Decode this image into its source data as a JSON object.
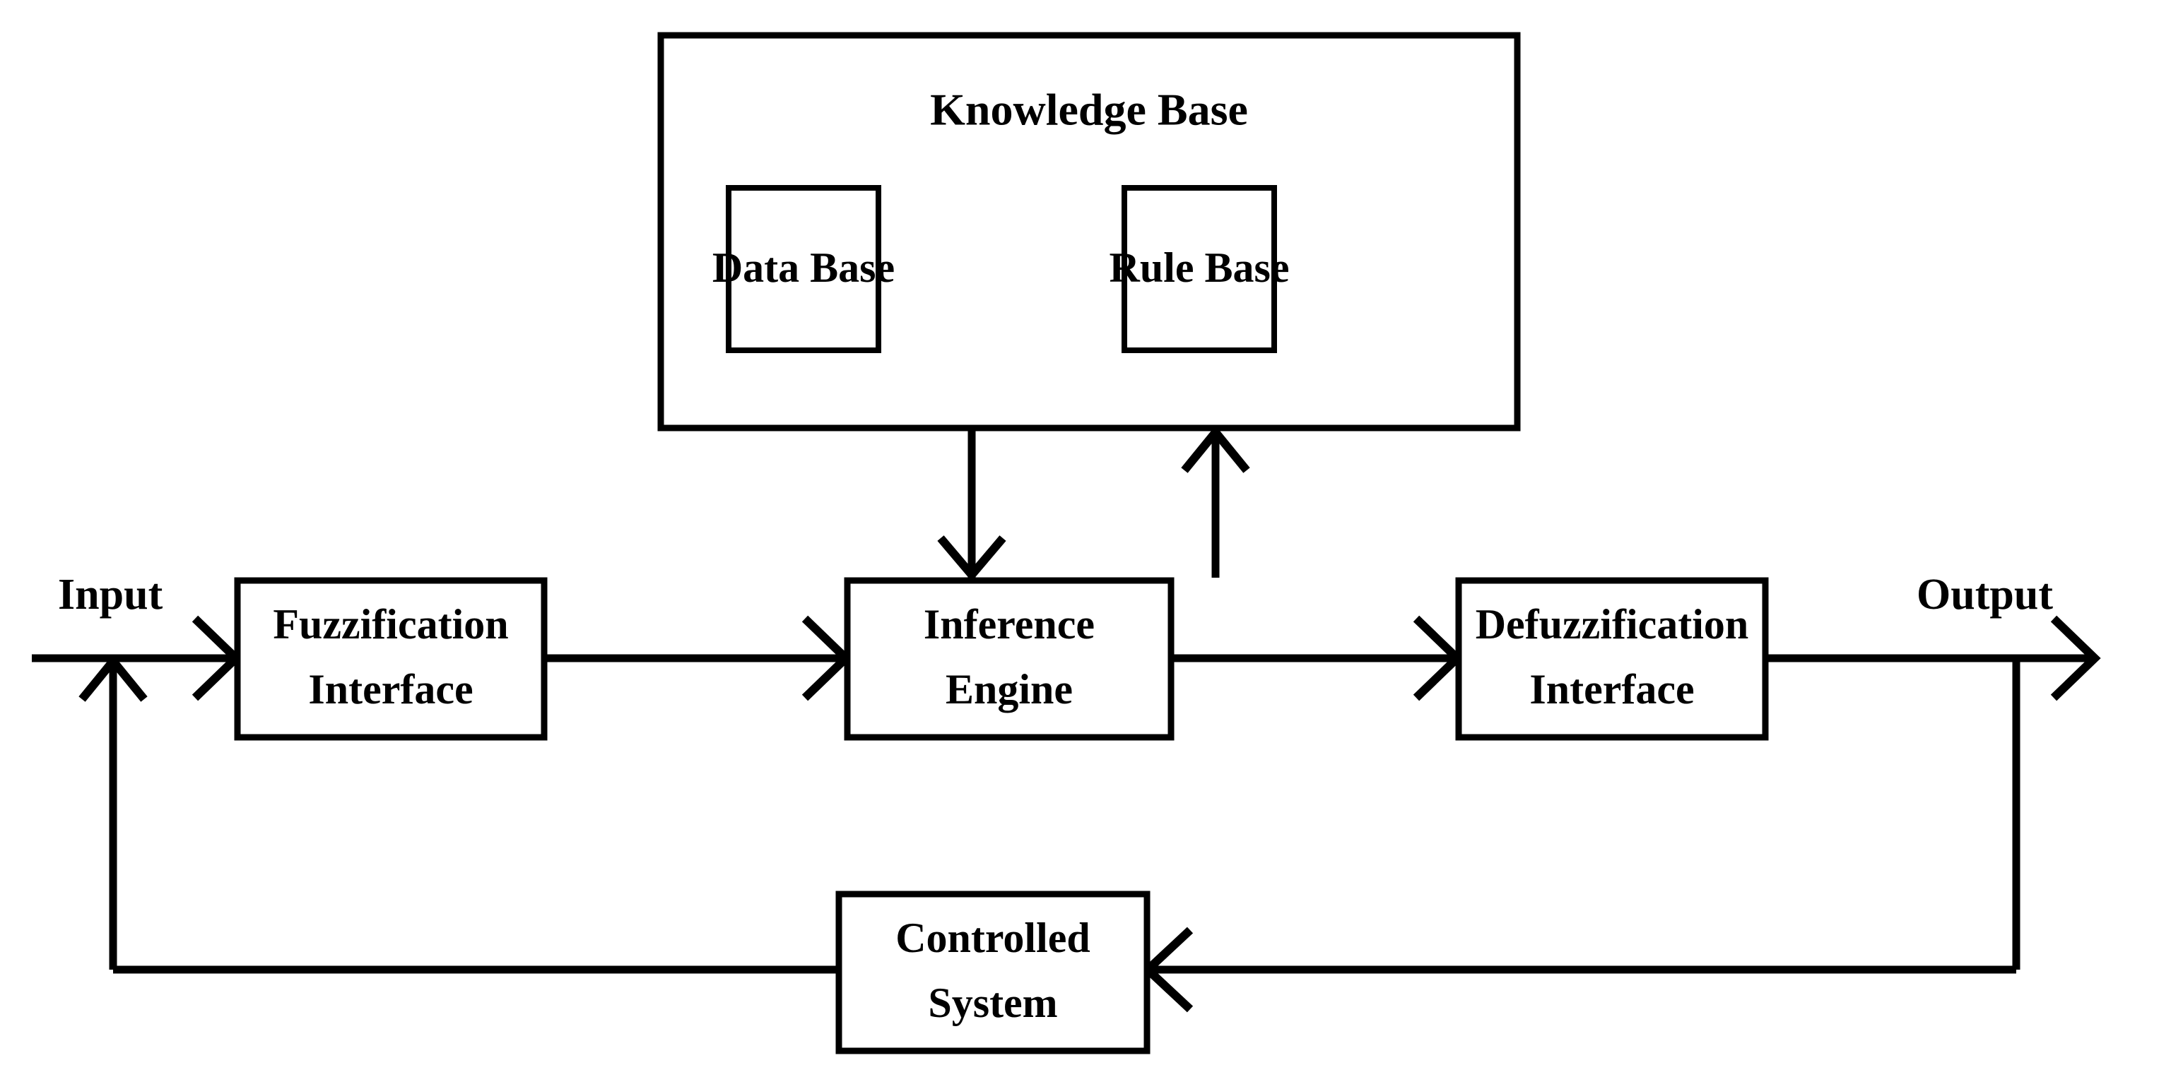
{
  "diagram": {
    "title": "Fuzzy Logic Controller Block Diagram",
    "background_color": "#ffffff",
    "line_color": "#000000",
    "blocks": {
      "knowledge_base": {
        "label": "Knowledge Base",
        "children": [
          {
            "label": "Data Base"
          },
          {
            "label": "Rule Base"
          }
        ]
      },
      "fuzzification": {
        "line1": "Fuzzification",
        "line2": "Interface"
      },
      "inference": {
        "line1": "Inference",
        "line2": "Engine"
      },
      "defuzzification": {
        "line1": "Defuzzification",
        "line2": "Interface"
      },
      "controlled_system": {
        "line1": "Controlled",
        "line2": "System"
      }
    },
    "io": {
      "input_label": "Input",
      "output_label": "Output"
    },
    "connections": [
      {
        "from": "input",
        "to": "fuzzification",
        "kind": "arrow-right"
      },
      {
        "from": "fuzzification",
        "to": "inference",
        "kind": "arrow-right"
      },
      {
        "from": "inference",
        "to": "defuzzification",
        "kind": "arrow-right"
      },
      {
        "from": "defuzzification",
        "to": "output",
        "kind": "arrow-right"
      },
      {
        "from": "knowledge_base",
        "to": "inference",
        "kind": "arrow-down"
      },
      {
        "from": "inference",
        "to": "knowledge_base",
        "kind": "arrow-up"
      },
      {
        "from": "output",
        "to": "controlled_system",
        "kind": "feedback-arrow-left"
      },
      {
        "from": "controlled_system",
        "to": "input",
        "kind": "feedback-arrow-up"
      }
    ]
  }
}
